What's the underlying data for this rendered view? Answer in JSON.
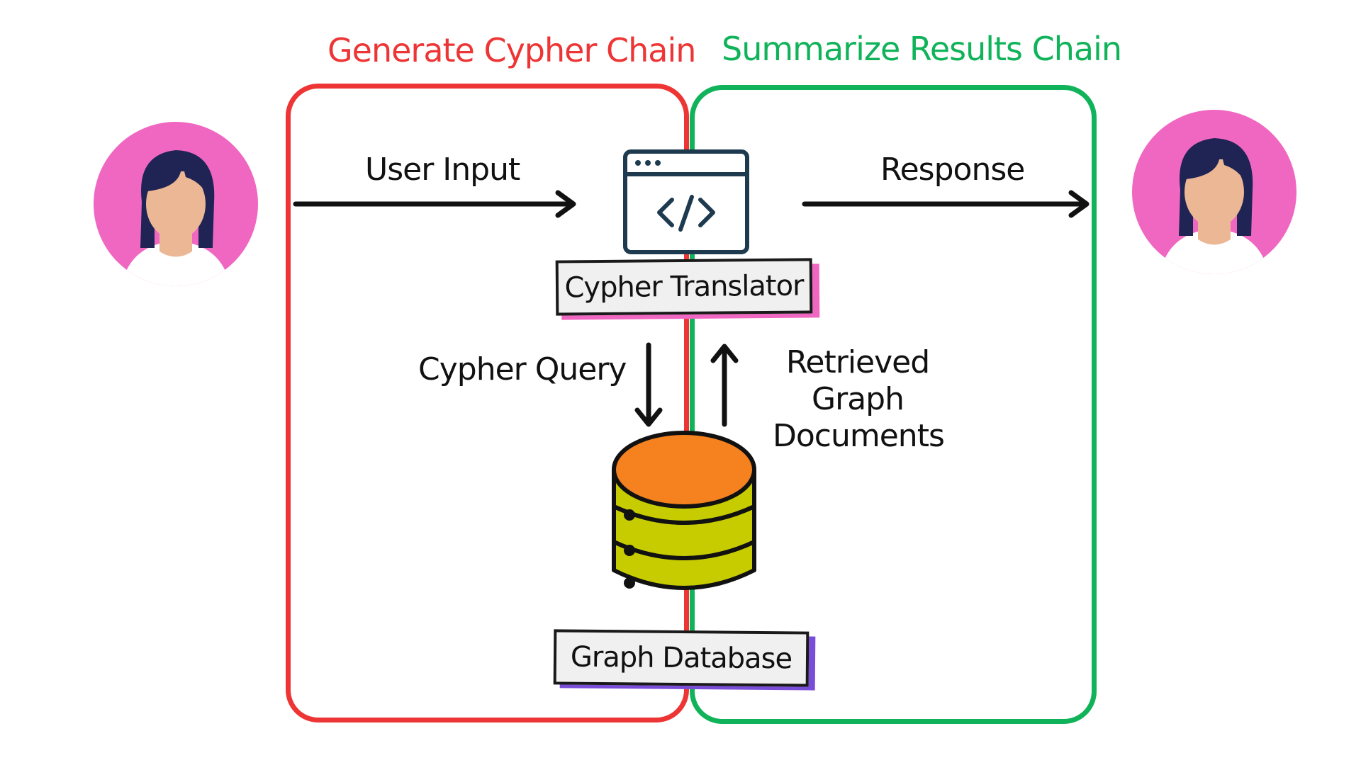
{
  "titles": {
    "generate_chain": "Generate Cypher Chain",
    "summarize_chain": "Summarize Results Chain"
  },
  "labels": {
    "user_input": "User Input",
    "response": "Response",
    "cypher_query": "Cypher Query",
    "retrieved_line1": "Retrieved",
    "retrieved_line2": "Graph",
    "retrieved_line3": "Documents"
  },
  "tags": {
    "cypher_translator": "Cypher Translator",
    "graph_database": "Graph Database"
  },
  "colors": {
    "generate_chain": "#ee3535",
    "summarize_chain": "#10b35a",
    "avatar_bg": "#f067c2",
    "hair": "#1f2454",
    "skin": "#ecb795",
    "db_top": "#f5821f",
    "db_body": "#c6cc00",
    "translator_shadow": "#f067c2",
    "database_shadow": "#7a4dd8",
    "icon_stroke": "#1e3a4f"
  },
  "icons": {
    "user_avatar_left": "user-avatar",
    "user_avatar_right": "user-avatar",
    "code_window": "code-window-icon",
    "database": "database-icon"
  }
}
